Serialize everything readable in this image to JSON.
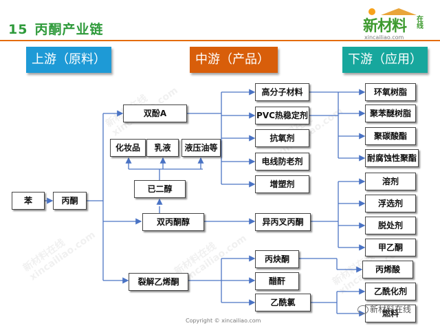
{
  "title": {
    "number": "15",
    "text": "丙酮产业链"
  },
  "logo": {
    "brand": "新材料",
    "suffix": "在线",
    "url": "xincailiao.com"
  },
  "headers": {
    "upstream": "上游（原料）",
    "midstream": "中游（产品）",
    "downstream": "下游（应用）"
  },
  "nodes": {
    "benzene": "苯",
    "acetone": "丙酮",
    "bpa": "双酚A",
    "cosmetics": "化妆品",
    "emulsion": "乳液",
    "hydraulic_oil": "液压油等",
    "hexanediol": "已二醇",
    "diacetone_alcohol": "双丙酮醇",
    "ketene": "裂解乙烯酮",
    "polymer_materials": "高分子材料",
    "pvc_stabilizer": "PVC热稳定剂",
    "antioxidant": "抗氧剂",
    "wire_antiaging": "电线防老剂",
    "plasticizer": "增塑剂",
    "isophorone": "异丙叉丙酮",
    "propargyl_ketone": "丙炔酮",
    "acetic_anhydride": "醋酐",
    "acetyl_chloride": "乙酰氯",
    "epoxy_resin": "环氧树脂",
    "ppo_resin": "聚苯醚树脂",
    "polycarbonate": "聚碳酸酯",
    "corrosion_resistant_resin": "耐腐蚀性聚酯",
    "solvent": "溶剂",
    "flotation_agent": "浮选剂",
    "deodorant": "脱处剂",
    "mibk": "甲乙酮",
    "propenoic_acid": "丙烯酸",
    "acetylating_agent": "乙酰化剂",
    "dye": "燃料"
  },
  "watermark": {
    "brand": "新材料在线",
    "url": "xincailiao.com"
  },
  "copyright": "Copyright © xincailiao.com",
  "wechat_label": "新材料在线",
  "colors": {
    "title_green": "#2e9a3a",
    "rule_orange": "#e46c0a",
    "up_blue": "#1e9ad6",
    "mid_orange": "#d85e0a",
    "down_teal": "#17a79d",
    "connector": "#4a73c4"
  }
}
